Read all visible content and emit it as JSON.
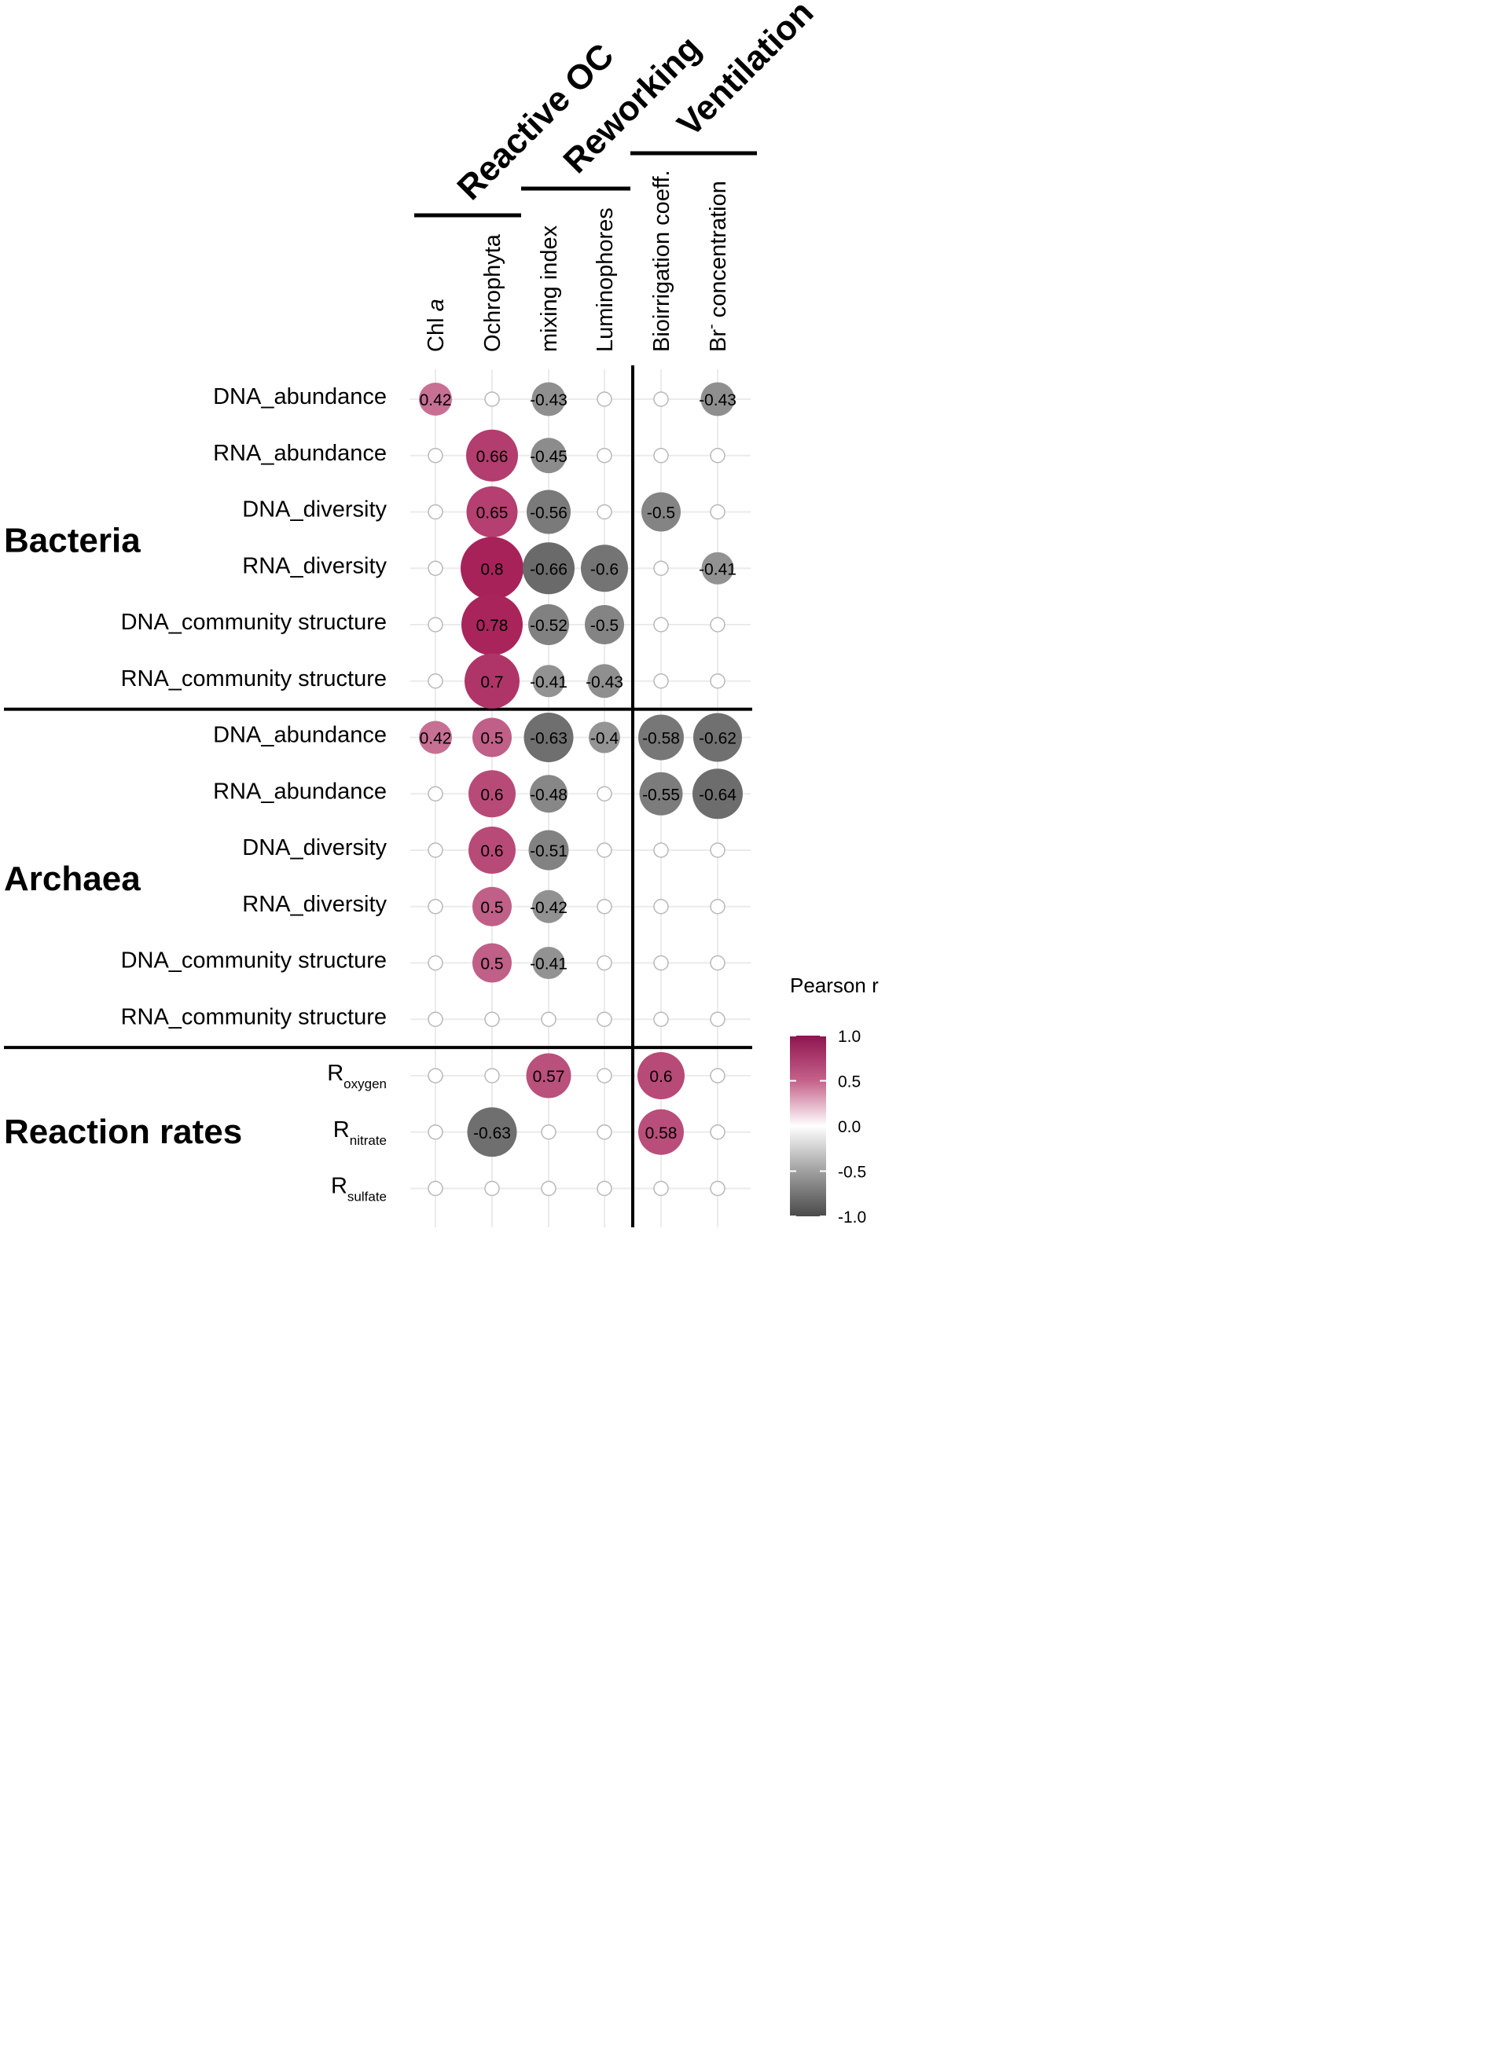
{
  "chart_data": {
    "type": "scatter",
    "legend_title": "Pearson r",
    "legend_ticks": [
      "1.0",
      "0.5",
      "0.0",
      "-0.5",
      "-1.0"
    ],
    "legend_values": [
      1.0,
      0.5,
      0.0,
      -0.5,
      -1.0
    ],
    "legend_range": [
      -1.0,
      1.0
    ],
    "colors": {
      "positive": "#a8225a",
      "negative": "#555555",
      "empty": "#ffffff",
      "grid": "#ebebeb"
    },
    "column_groups": [
      {
        "name": "Reactive OC",
        "columns": [
          0,
          1
        ]
      },
      {
        "name": "Reworking",
        "columns": [
          2,
          3
        ]
      },
      {
        "name": "Ventilation",
        "columns": [
          4,
          5
        ]
      }
    ],
    "columns": [
      {
        "label": "Chl ",
        "label_italic": "a"
      },
      {
        "label": "Ochrophyta"
      },
      {
        "label": "mixing index"
      },
      {
        "label": "Luminophores"
      },
      {
        "label": "Bioirrigation coeff."
      },
      {
        "label": "Br",
        "label_sup": "-",
        "label_rest": " concentration"
      }
    ],
    "row_groups": [
      {
        "name": "Bacteria",
        "rows": [
          {
            "label": "DNA_abundance",
            "values": [
              0.42,
              null,
              -0.43,
              null,
              null,
              -0.43
            ]
          },
          {
            "label": "RNA_abundance",
            "values": [
              null,
              0.66,
              -0.45,
              null,
              null,
              null
            ]
          },
          {
            "label": "DNA_diversity",
            "values": [
              null,
              0.65,
              -0.56,
              null,
              -0.5,
              null
            ]
          },
          {
            "label": "RNA_diversity",
            "values": [
              null,
              0.8,
              -0.66,
              -0.6,
              null,
              -0.41
            ]
          },
          {
            "label": "DNA_community structure",
            "values": [
              null,
              0.78,
              -0.52,
              -0.5,
              null,
              null
            ]
          },
          {
            "label": "RNA_community structure",
            "values": [
              null,
              0.7,
              -0.41,
              -0.43,
              null,
              null
            ]
          }
        ]
      },
      {
        "name": "Archaea",
        "rows": [
          {
            "label": "DNA_abundance",
            "values": [
              0.42,
              0.5,
              -0.63,
              -0.4,
              -0.58,
              -0.62
            ]
          },
          {
            "label": "RNA_abundance",
            "values": [
              null,
              0.6,
              -0.48,
              null,
              -0.55,
              -0.64
            ]
          },
          {
            "label": "DNA_diversity",
            "values": [
              null,
              0.6,
              -0.51,
              null,
              null,
              null
            ]
          },
          {
            "label": "RNA_diversity",
            "values": [
              null,
              0.5,
              -0.42,
              null,
              null,
              null
            ]
          },
          {
            "label": "DNA_community structure",
            "values": [
              null,
              0.5,
              -0.41,
              null,
              null,
              null
            ]
          },
          {
            "label": "RNA_community structure",
            "values": [
              null,
              null,
              null,
              null,
              null,
              null
            ]
          }
        ]
      },
      {
        "name": "Reaction rates",
        "rows": [
          {
            "label": "R",
            "label_sub": "oxygen",
            "values": [
              null,
              null,
              0.57,
              null,
              0.6,
              null
            ]
          },
          {
            "label": "R",
            "label_sub": "nitrate",
            "values": [
              null,
              -0.63,
              null,
              null,
              0.58,
              null
            ]
          },
          {
            "label": "R",
            "label_sub": "sulfate",
            "values": [
              null,
              null,
              null,
              null,
              null,
              null
            ]
          }
        ]
      }
    ]
  }
}
